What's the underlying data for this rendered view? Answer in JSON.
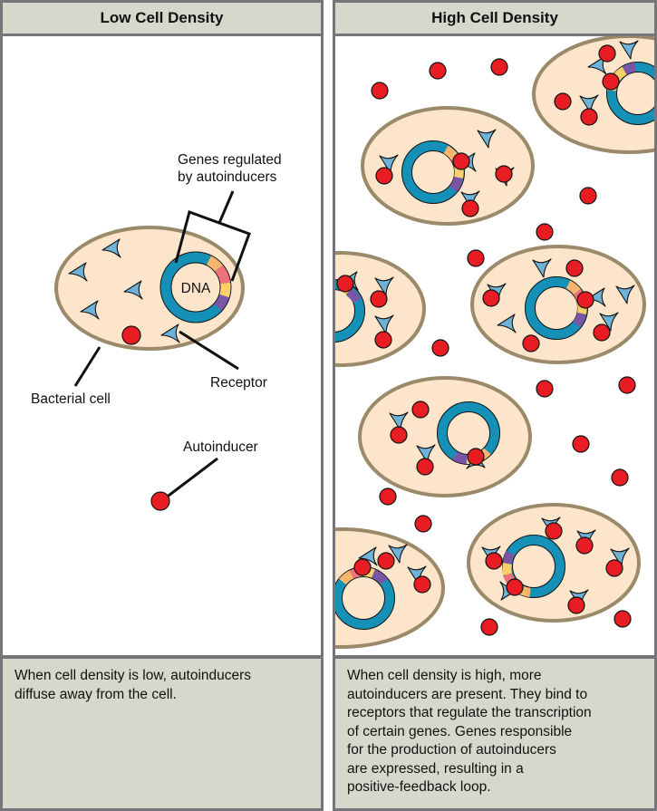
{
  "colors": {
    "cell_fill": "#fde5cc",
    "cell_border": "#9a8a6a",
    "dna_ring": "#1591b8",
    "receptor": "#6fb4d8",
    "autoinducer": "#e81c23",
    "gene_orange": "#f7b56e",
    "gene_pink": "#f0717a",
    "gene_yellow": "#fbd06b",
    "gene_purple": "#7a55a5",
    "header_bg": "#d7d8cb",
    "frame": "#75767a"
  },
  "left_panel": {
    "title": "Low Cell Density",
    "labels": {
      "genes_line1": "Genes regulated",
      "genes_line2": "by autoinducers",
      "dna": "DNA",
      "receptor": "Receptor",
      "bacterial_cell": "Bacterial cell",
      "autoinducer": "Autoinducer"
    },
    "caption_lines": [
      "When cell density is low, autoinducers",
      "diffuse away from the cell."
    ]
  },
  "right_panel": {
    "title": "High Cell Density",
    "caption_lines": [
      "When cell density is high, more",
      "autoinducers are present. They bind to",
      "receptors that regulate the transcription",
      "of certain genes. Genes responsible",
      "for the production of autoinducers",
      "are expressed, resulting in a",
      "positive-feedback loop."
    ]
  }
}
